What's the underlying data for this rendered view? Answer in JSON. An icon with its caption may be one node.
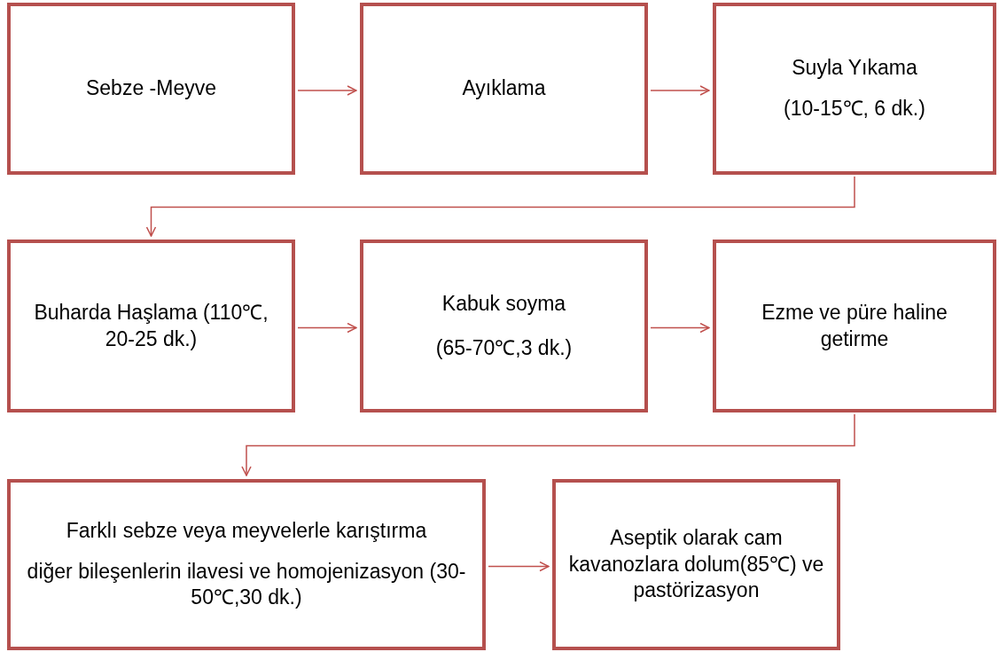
{
  "diagram": {
    "nodes": [
      {
        "text": [
          "Sebze -Meyve"
        ]
      },
      {
        "text": [
          "Ayıklama"
        ]
      },
      {
        "text": [
          "Suyla Yıkama",
          "(10-15℃, 6 dk.)"
        ]
      },
      {
        "text": [
          "Buharda Haşlama (110℃, 20-25 dk.)"
        ]
      },
      {
        "text": [
          "Kabuk soyma",
          "(65-70℃,3 dk.)"
        ]
      },
      {
        "text": [
          "Ezme ve püre haline getirme"
        ]
      },
      {
        "text": [
          "Farklı sebze veya meyvelerle karıştırma",
          "diğer bileşenlerin ilavesi ve homojenizasyon (30-50℃,30 dk.)"
        ]
      },
      {
        "text": [
          "Aseptik olarak cam kavanozlara dolum(85℃) ve pastörizasyon"
        ]
      }
    ],
    "edges": [
      {
        "from": 0,
        "to": 1,
        "arrow": "to"
      },
      {
        "from": 1,
        "to": 2,
        "arrow": "to"
      },
      {
        "from": 2,
        "to": 3,
        "arrow": "to"
      },
      {
        "from": 3,
        "to": 4,
        "arrow": "to"
      },
      {
        "from": 4,
        "to": 5,
        "arrow": "to"
      },
      {
        "from": 5,
        "to": 6,
        "arrow": "to"
      },
      {
        "from": 6,
        "to": 7,
        "arrow": "to"
      }
    ]
  }
}
